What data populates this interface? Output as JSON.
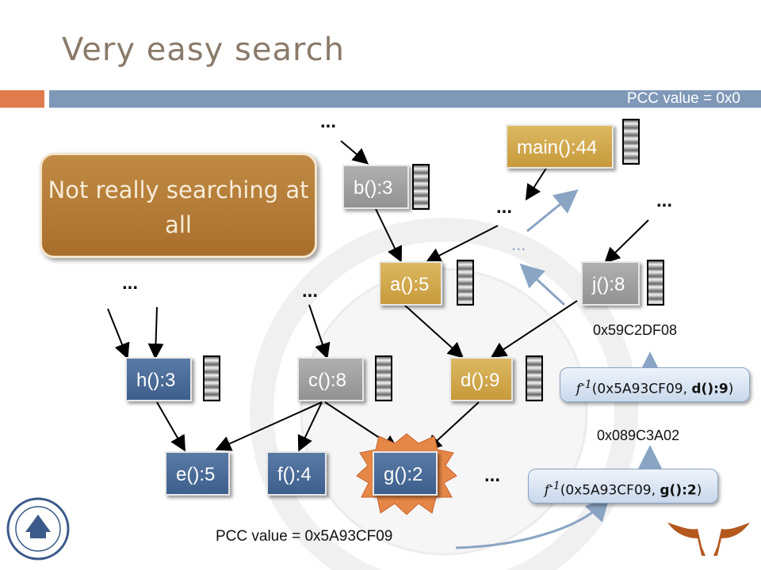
{
  "slide": {
    "title": "Very easy search",
    "pcc_top": "PCC value = 0x0",
    "pcc_bottom": "PCC value = 0x5A93CF09",
    "callout": "Not really searching at all"
  },
  "nodes": {
    "main": "main():44",
    "b": "b():3",
    "a": "a():5",
    "j": "j():8",
    "h": "h():3",
    "c": "c():8",
    "d": "d():9",
    "e": "e():5",
    "f": "f():4",
    "g": "g():2"
  },
  "ellipsis": "...",
  "ellipsis_blue": "...",
  "hex_values": {
    "upper": "0x59C2DF08",
    "lower": "0x089C3A02"
  },
  "inverse_boxes": {
    "func": "f",
    "sup": "-1",
    "upper_args": "(0x5A93CF09, ",
    "upper_bold": "d():9",
    "upper_close": ")",
    "lower_args": "(0x5A93CF09, ",
    "lower_bold": "g():2",
    "lower_close": ")"
  },
  "colors": {
    "accent_orange": "#e07b4d",
    "header_blue": "#7f98b8",
    "gray_node": "#a0a0a0",
    "gold_node": "#d4aa4f",
    "blue_node": "#4a6c98",
    "callout": "#b57c38",
    "starburst": "#e58747"
  }
}
